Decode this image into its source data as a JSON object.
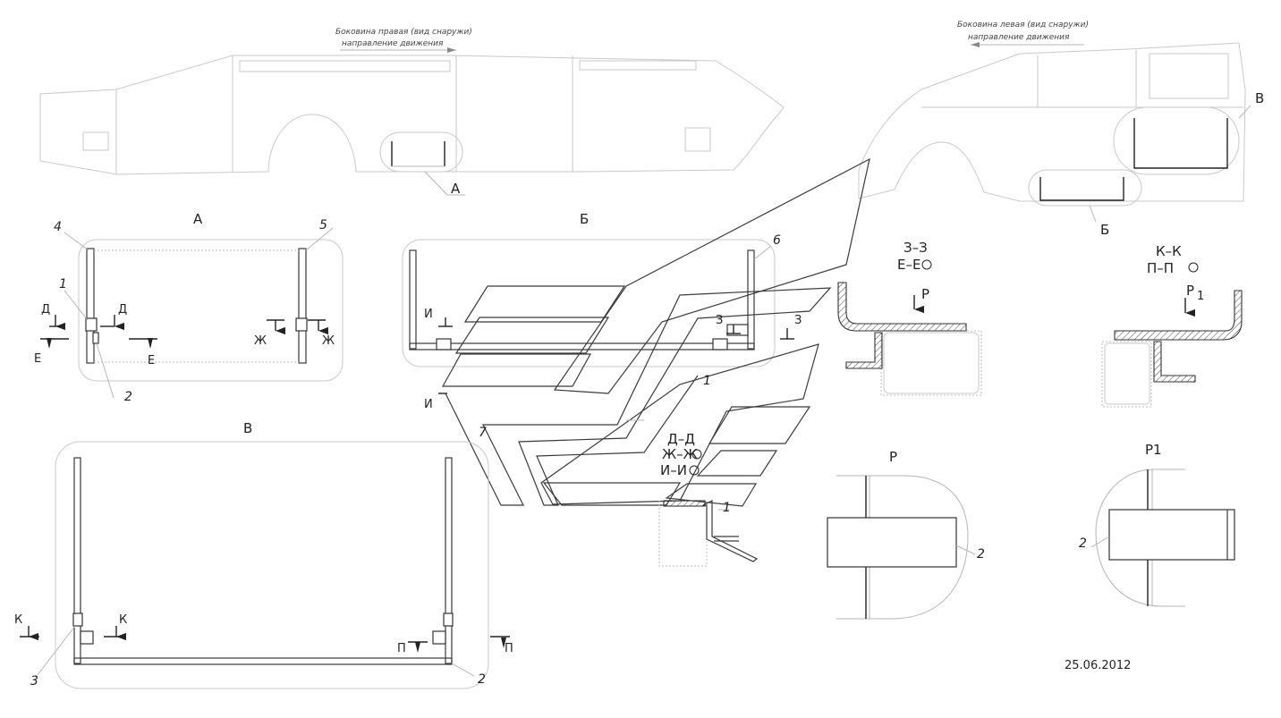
{
  "captions": {
    "right_side_title": "Боковина правая (вид снаружи)",
    "right_side_direction": "направление движения",
    "left_side_title": "Боковина левая (вид снаружи)",
    "left_side_direction": "направление движения"
  },
  "views": {
    "a": "А",
    "b": "Б",
    "v": "В",
    "r": "Р",
    "r1": "Р1"
  },
  "callouts": {
    "a_on_side": "А",
    "b_on_side": "Б",
    "v_on_side": "В"
  },
  "sections": {
    "d": "Д",
    "e": "Е",
    "zh": "Ж",
    "i": "И",
    "z": "З",
    "k": "К",
    "p": "П",
    "zz_title": "З–З",
    "ee_title": "Е–Е",
    "kk_title": "К–К",
    "pp_title": "П–П",
    "dd_title": "Д–Д",
    "zhzh_title": "Ж–Ж",
    "ii_title": "И–И",
    "view_p": "Р",
    "view_p1": "Р",
    "view_p1_sub": "1"
  },
  "part_numbers": {
    "n1a": "1",
    "n2a": "2",
    "n4": "4",
    "n5": "5",
    "n6": "6",
    "n1b": "1",
    "n7": "7",
    "n1c": "1",
    "n3": "3",
    "n2b": "2",
    "n2c": "2",
    "n2d": "2"
  },
  "date": "25.06.2012"
}
